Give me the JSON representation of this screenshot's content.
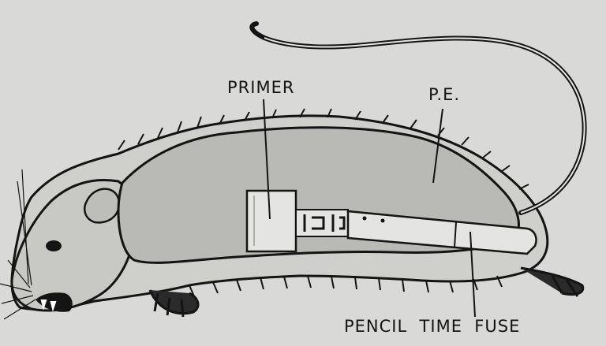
{
  "labels": {
    "primer": "PRIMER",
    "pe": "P.E.",
    "pencil_time_fuse": "PENCIL  TIME  FUSE"
  },
  "colors": {
    "background": "#d9d9d7",
    "ink": "#141414",
    "cavity": "#b9b9b6",
    "metal": "#e4e4e2"
  }
}
